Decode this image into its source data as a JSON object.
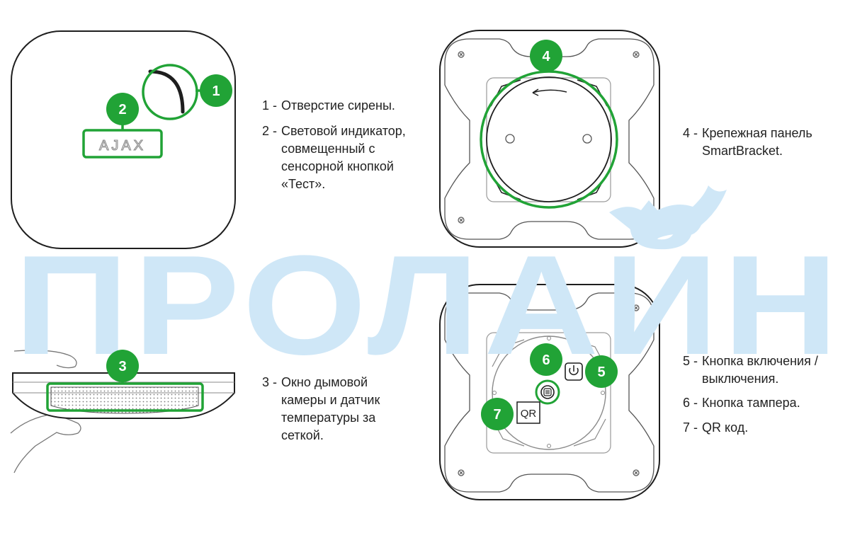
{
  "colors": {
    "accent_green": "#21a336",
    "line": "#1e1e1e",
    "light_line": "#9a9a9a",
    "watermark": "#cfe7f7"
  },
  "logo": {
    "text": "AJAX"
  },
  "watermark": {
    "text": "ПРОЛАЙН"
  },
  "badges": [
    "1",
    "2",
    "3",
    "4",
    "5",
    "6",
    "7"
  ],
  "qr_label": "QR",
  "captions": [
    {
      "num": "1 -",
      "text": "Отверстие сирены."
    },
    {
      "num": "2 -",
      "text": "Световой индикатор, совмещенный с сенсорной кнопкой «Тест»."
    },
    {
      "num": "3 -",
      "text": "Окно дымовой камеры и датчик температуры за сеткой."
    },
    {
      "num": "4 -",
      "text": "Крепежная панель SmartBracket."
    },
    {
      "num": "5 -",
      "text": "Кнопка включения / выключения."
    },
    {
      "num": "6 -",
      "text": "Кнопка тампера."
    },
    {
      "num": "7 -",
      "text": "QR код."
    }
  ],
  "icons": [
    "power-icon",
    "tamper-icon",
    "screw-icon",
    "rotation-arrow-icon",
    "hand-icon",
    "bat-icon"
  ]
}
